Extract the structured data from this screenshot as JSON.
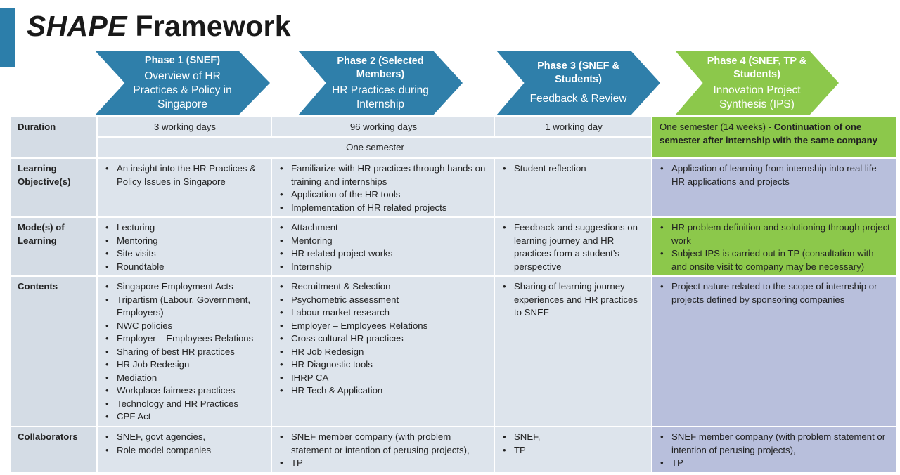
{
  "title_italic": "SHAPE",
  "title_rest": " Framework",
  "colors": {
    "accent_blue": "#2f7faa",
    "accent_green": "#8cc84b",
    "cell_gray": "#dde4ec",
    "cell_purple": "#b8bfdc"
  },
  "phases": [
    {
      "header": "Phase 1 (SNEF)",
      "subtitle": "Overview of HR Practices & Policy in Singapore"
    },
    {
      "header": "Phase 2 (Selected Members)",
      "subtitle": "HR Practices during Internship"
    },
    {
      "header": "Phase 3 (SNEF & Students)",
      "subtitle": "Feedback & Review"
    },
    {
      "header": "Phase 4 (SNEF, TP & Students)",
      "subtitle": "Innovation Project Synthesis (IPS)"
    }
  ],
  "rows": {
    "duration": {
      "label": "Duration",
      "p1": "3 working days",
      "p2": "96 working days",
      "p3": "1 working day",
      "p123": "One semester",
      "p4_plain": "One semester (14 weeks) - ",
      "p4_bold": "Continuation of one semester after internship with the same company"
    },
    "learning_objectives": {
      "label": "Learning Objective(s)",
      "p1": [
        "An insight  into the HR Practices & Policy Issues in Singapore"
      ],
      "p2": [
        "Familiarize with HR practices through hands on training and internships",
        "Application of the HR tools",
        "Implementation of HR related projects"
      ],
      "p3": [
        "Student reflection"
      ],
      "p4": [
        "Application of learning from internship into real life HR applications and projects"
      ]
    },
    "modes": {
      "label": "Mode(s) of Learning",
      "p1": [
        "Lecturing",
        "Mentoring",
        "Site visits",
        "Roundtable"
      ],
      "p2": [
        "Attachment",
        "Mentoring",
        "HR related project works",
        "Internship"
      ],
      "p3": [
        "Feedback and suggestions on learning journey and HR practices from a student’s perspective"
      ],
      "p4": [
        "HR problem definition and solutioning through project work",
        "Subject IPS is carried out in TP (consultation with and onsite visit to company may be necessary)"
      ]
    },
    "contents": {
      "label": "Contents",
      "p1": [
        "Singapore Employment Acts",
        "Tripartism (Labour, Government, Employers)",
        "NWC policies",
        "Employer – Employees Relations",
        "Sharing of best HR practices",
        "HR Job Redesign",
        "Mediation",
        "Workplace fairness practices",
        "Technology and HR Practices",
        "CPF Act"
      ],
      "p2": [
        "Recruitment & Selection",
        "Psychometric assessment",
        "Labour market research",
        "Employer – Employees Relations",
        "Cross cultural HR practices",
        "HR Job Redesign",
        "HR Diagnostic tools",
        "IHRP CA",
        "HR Tech & Application"
      ],
      "p3": [
        "Sharing of learning journey experiences and HR practices to SNEF"
      ],
      "p4": [
        "Project nature related to the  scope of internship or projects defined by sponsoring companies"
      ]
    },
    "collaborators": {
      "label": "Collaborators",
      "p1": [
        "SNEF, govt agencies,",
        "Role model companies"
      ],
      "p2": [
        "SNEF member company (with problem statement or intention of perusing projects),",
        "TP"
      ],
      "p3": [
        "SNEF,",
        "TP"
      ],
      "p4": [
        "SNEF member company (with problem statement or intention of perusing projects),",
        "TP"
      ]
    }
  }
}
